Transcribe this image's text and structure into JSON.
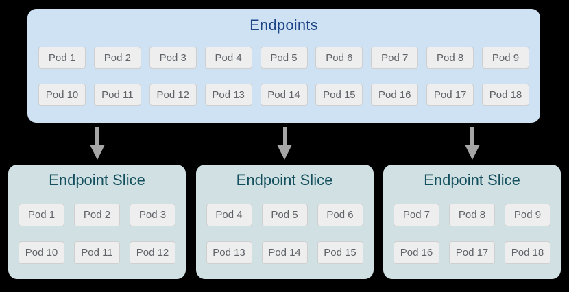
{
  "endpoints": {
    "title": "Endpoints",
    "pod_rows": [
      [
        "Pod 1",
        "Pod 2",
        "Pod 3",
        "Pod 4",
        "Pod 5",
        "Pod 6",
        "Pod 7",
        "Pod 8",
        "Pod 9"
      ],
      [
        "Pod 10",
        "Pod 11",
        "Pod 12",
        "Pod 13",
        "Pod 14",
        "Pod 15",
        "Pod 16",
        "Pod 17",
        "Pod 18"
      ]
    ]
  },
  "arrows": [
    {
      "icon": "down-arrow-icon",
      "direction": "down"
    },
    {
      "icon": "down-arrow-icon",
      "direction": "down"
    },
    {
      "icon": "down-arrow-icon",
      "direction": "down"
    }
  ],
  "slices": [
    {
      "title": "Endpoint Slice",
      "pod_rows": [
        [
          "Pod 1",
          "Pod 2",
          "Pod 3"
        ],
        [
          "Pod 10",
          "Pod 11",
          "Pod 12"
        ]
      ]
    },
    {
      "title": "Endpoint Slice",
      "pod_rows": [
        [
          "Pod 4",
          "Pod 5",
          "Pod 6"
        ],
        [
          "Pod 13",
          "Pod 14",
          "Pod 15"
        ]
      ]
    },
    {
      "title": "Endpoint Slice",
      "pod_rows": [
        [
          "Pod 7",
          "Pod 8",
          "Pod 9"
        ],
        [
          "Pod 16",
          "Pod 17",
          "Pod 18"
        ]
      ]
    }
  ],
  "colors": {
    "page_background": "#000000",
    "endpoints_box_background": "#cfe2f3",
    "endpoints_title_text": "#1c4587",
    "slice_box_background": "#d0e0e3",
    "slice_title_text": "#134f5c",
    "pod_background": "#eeeeee",
    "pod_border": "#cfcfcf",
    "pod_text": "#5f6368",
    "arrow": "#a6a6a6"
  }
}
